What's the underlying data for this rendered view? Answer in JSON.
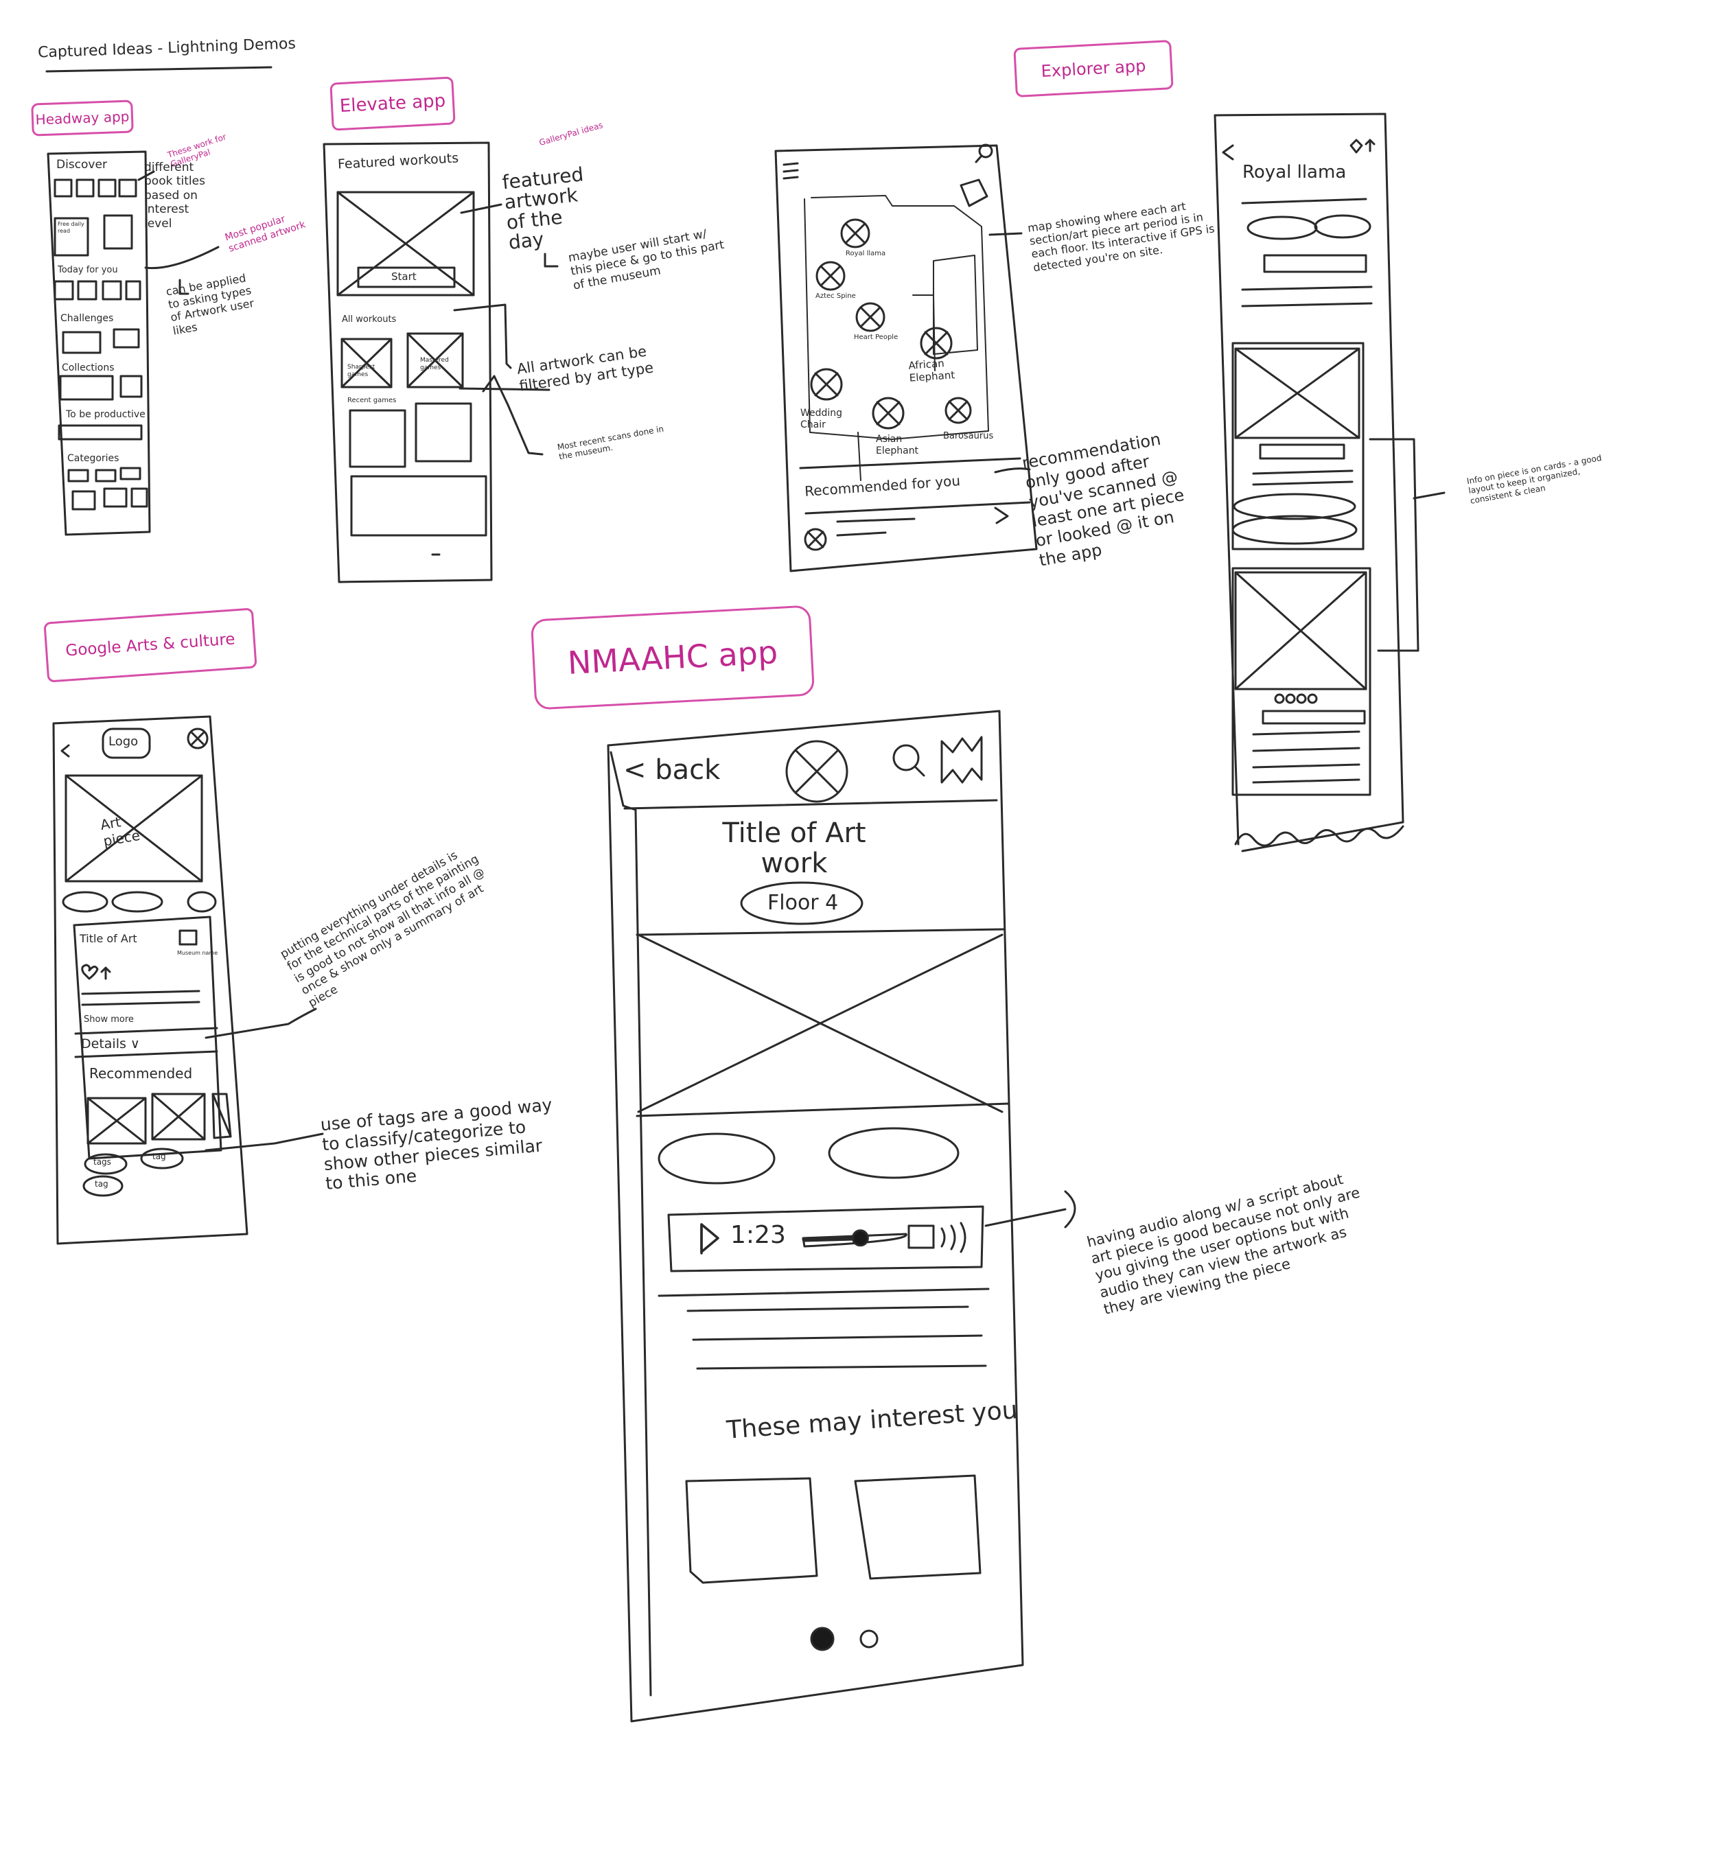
{
  "page": {
    "heading": "Captured Ideas - Lightning Demos",
    "ink_color": "#2a2a2a",
    "accent_color": "#c0288f"
  },
  "headway": {
    "badge": "Headway app",
    "note_pink": "These work for GalleryPal",
    "screen": {
      "discover": "Discover",
      "free_daily": "Free daily read",
      "today": "Today for you",
      "challenges": "Challenges",
      "collections": "Collections",
      "productive": "To be productive",
      "categories": "Categories"
    },
    "annotation_titles": "different book titles based on interest level",
    "annotation_popular": "Most popular scanned artwork",
    "annotation_applied": "can be applied to asking types of Artwork user likes"
  },
  "elevate": {
    "badge": "Elevate app",
    "note_pink": "GalleryPal ideas",
    "screen": {
      "featured_title": "Featured workouts",
      "start": "Start",
      "all": "All workouts",
      "card1": "Sharpest games",
      "card2": "Mastered games",
      "recent": "Recent games"
    },
    "annotation_featured": "featured artwork of the day",
    "annotation_user": "maybe user will start w/ this piece & go to this part of the museum",
    "annotation_filter": "All artwork can be filtered by art type",
    "annotation_scans": "Most recent scans done in the museum."
  },
  "explorer": {
    "badge": "Explorer app",
    "map_labels": [
      "Royal llama",
      "Aztec Spine",
      "Heart People",
      "African Elephant",
      "Wedding Chair",
      "Asian Elephant",
      "Barosaurus"
    ],
    "recommended": "Recommended for you",
    "annotation_map": "map showing where each art section/art piece art period is in each floor. Its interactive if GPS is detected you're on site.",
    "annotation_rec": "recommendation only good after you've scanned @ least one art piece or looked @ it on the app",
    "detail_title": "Royal llama",
    "annotation_cards": "Info on piece is on cards - a good layout to keep it organized, consistent & clean"
  },
  "gac": {
    "badge": "Google Arts & culture",
    "screen": {
      "logo": "Logo",
      "art_piece": "Art piece",
      "title": "Title of Art",
      "museum": "Museum name",
      "show_more": "Show more",
      "details": "Details ∨",
      "recommended": "Recommended",
      "tags": "tags",
      "tag1": "tag",
      "tag2": "tag"
    },
    "annotation_details": "putting everything under details is for the technical parts of the painting is good to not show all that info all @ once & show only a summary of art piece",
    "annotation_tags": "use of tags are a good way to classify/categorize to show other pieces similar to this one"
  },
  "nmaahc": {
    "badge": "NMAAHC app",
    "screen": {
      "back": "< back",
      "title": "Title of Art work",
      "floor": "Floor 4",
      "time": "1:23",
      "interest": "These may interest you"
    },
    "audio_progress": 0.55,
    "annotation_audio": "having audio along w/ a script about art piece is good because not only are you giving the user options but with audio they can view the artwork as they are viewing the piece"
  }
}
